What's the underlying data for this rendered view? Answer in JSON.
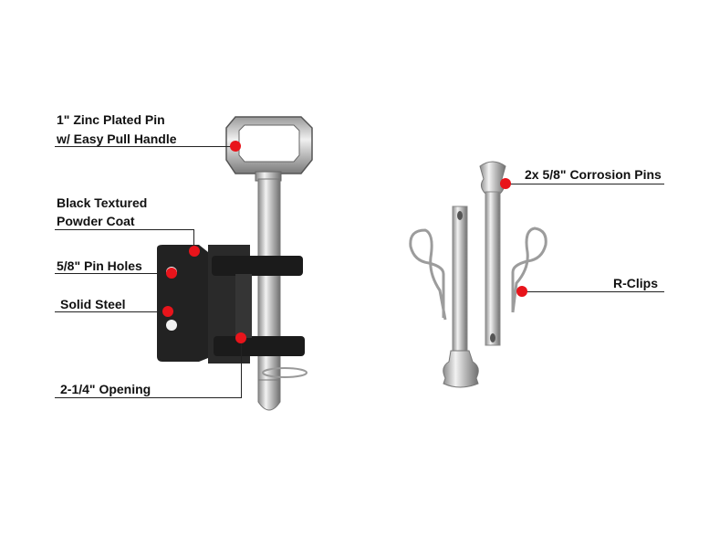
{
  "labels": {
    "pin_line1": "1\" Zinc Plated Pin",
    "pin_line2": "w/ Easy Pull Handle",
    "coat_line1": "Black Textured",
    "coat_line2": "Powder Coat",
    "holes": "5/8\" Pin Holes",
    "steel": "Solid Steel",
    "opening": "2-1/4\" Opening",
    "corrosion": "2x 5/8\" Corrosion Pins",
    "rclips": "R-Clips"
  },
  "colors": {
    "marker": "#e8141b",
    "leader": "#222222",
    "bracket": "#1b1b1b",
    "steel": "#c9c9c9"
  }
}
